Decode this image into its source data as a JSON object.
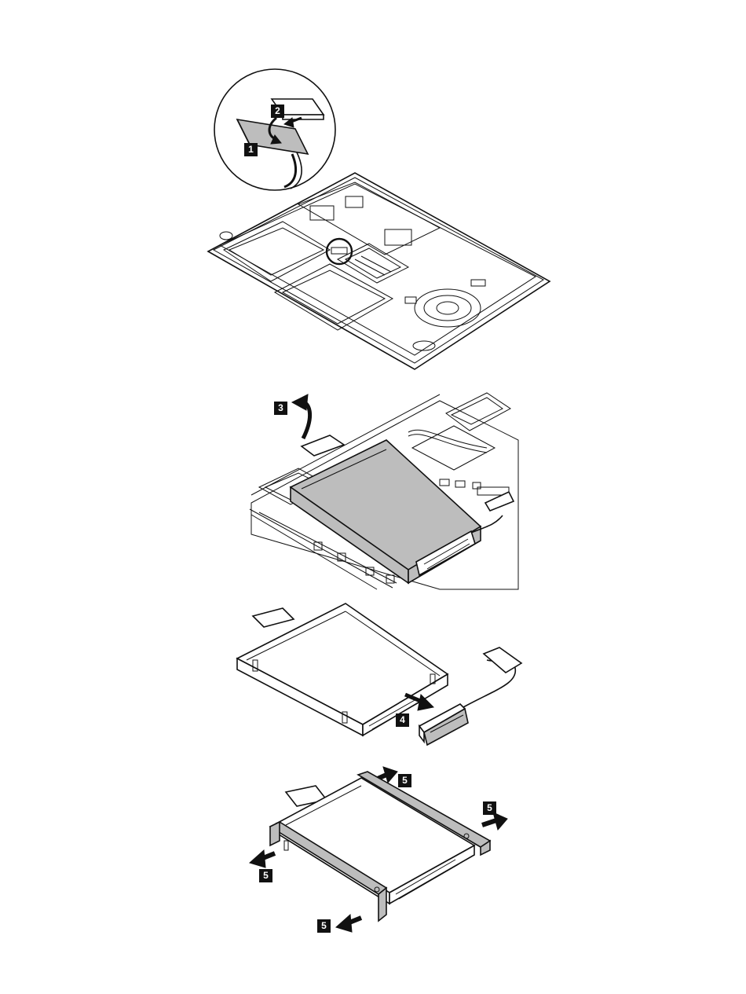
{
  "steps": [
    {
      "id": "1",
      "label": "1"
    },
    {
      "id": "2",
      "label": "2"
    },
    {
      "id": "3",
      "label": "3"
    },
    {
      "id": "4",
      "label": "4"
    },
    {
      "id": "5a",
      "label": "5"
    },
    {
      "id": "5b",
      "label": "5"
    },
    {
      "id": "5c",
      "label": "5"
    },
    {
      "id": "5d",
      "label": "5"
    }
  ],
  "colors": {
    "line": "#111111",
    "drive_fill": "#bdbdbd",
    "background": "#ffffff"
  }
}
